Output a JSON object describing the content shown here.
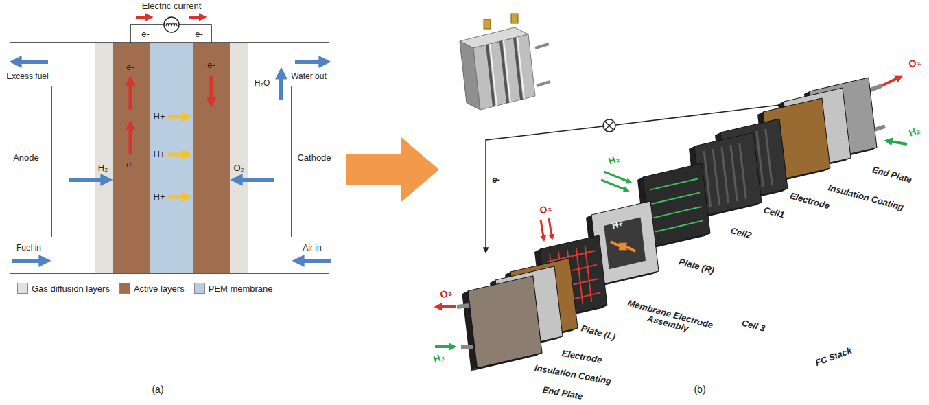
{
  "diagram": {
    "labels": [
      "Electric current",
      "e-",
      "e-",
      "Excess fuel",
      "Water out",
      "H₂O",
      "e-",
      "e-",
      "H+",
      "Anode",
      "Cathode",
      "e-",
      "H+",
      "H₂",
      "O₂",
      "H+",
      "Fuel in",
      "Air in",
      "(a)",
      "e-",
      "O₂",
      "H₂",
      "H₂",
      "O₂",
      "H+",
      "End Plate",
      "Insulation Coating",
      "Electrode",
      "Cell1",
      "Cell2",
      "Plate (R)",
      "Membrane Electrode Assembly",
      "Cell 3",
      "Plate (L)",
      "O₂",
      "Electrode",
      "Insulation Coating",
      "H₂",
      "End Plate",
      "FC Stack",
      "(b)"
    ],
    "legend": [
      {
        "text": "Gas diffusion layers",
        "color": "#e4e1dc"
      },
      {
        "text": "Active layers",
        "color": "#a06d4f"
      },
      {
        "text": "PEM membrane",
        "color": "#b9cde0"
      }
    ]
  }
}
